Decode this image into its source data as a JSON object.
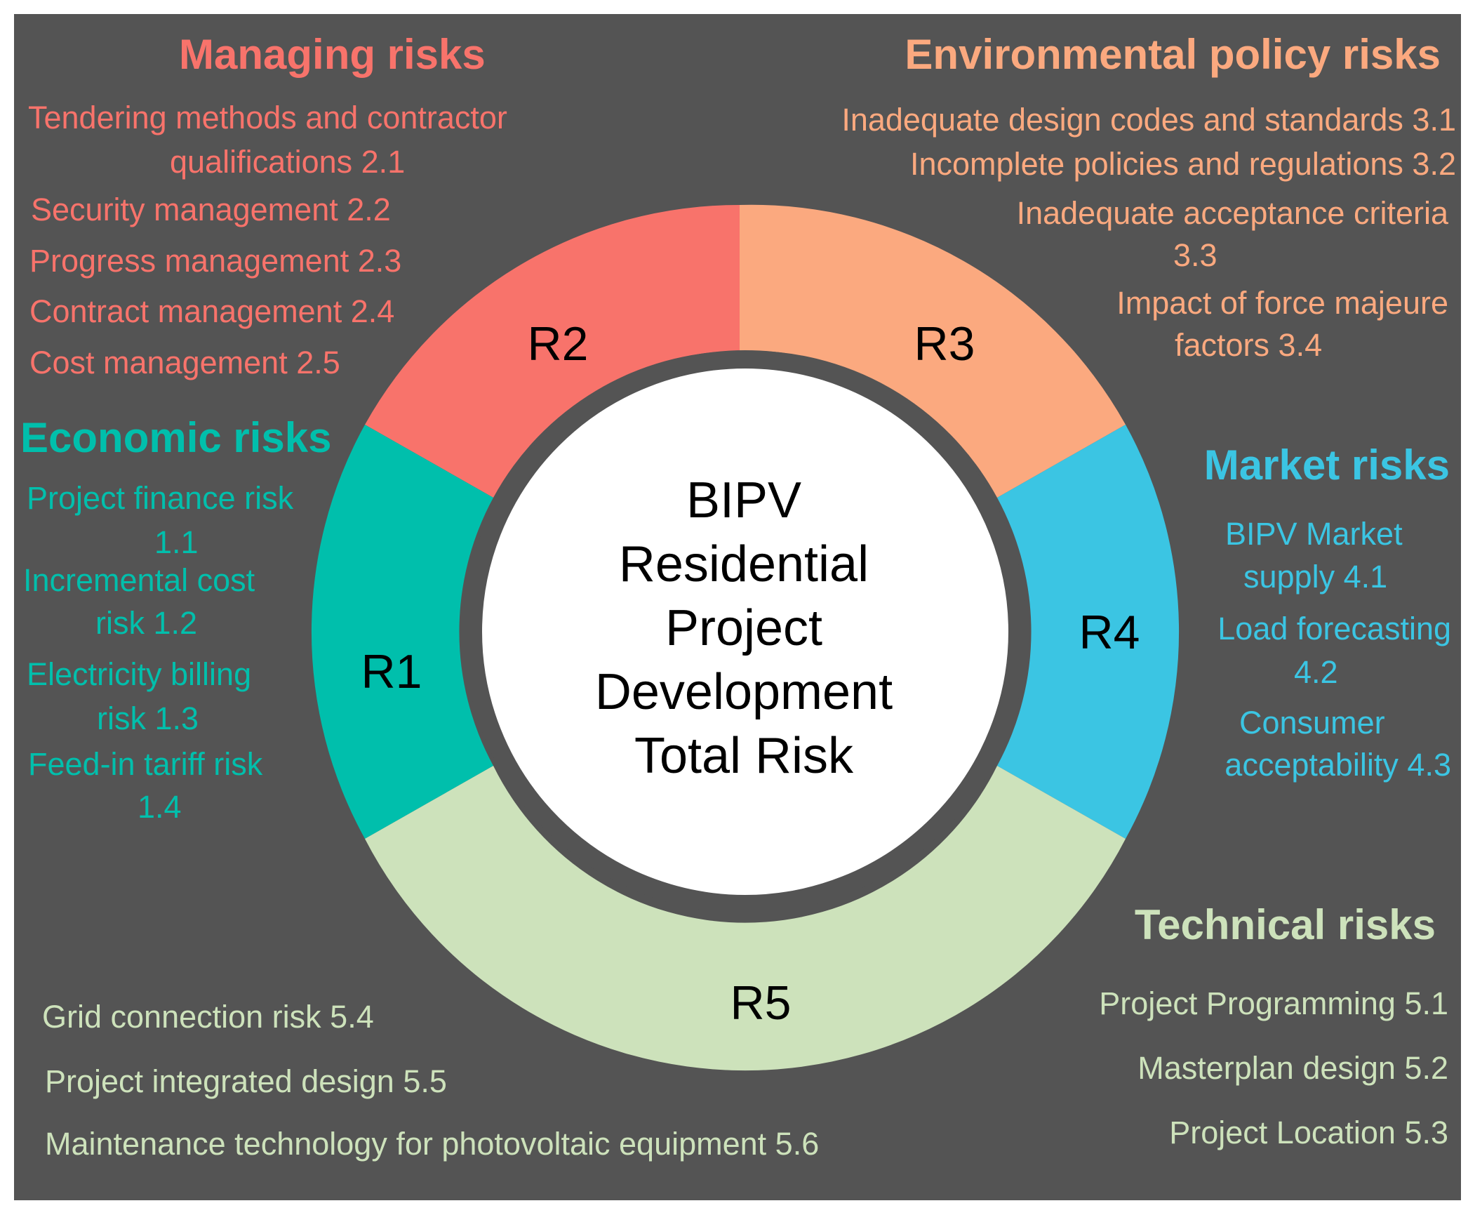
{
  "center": {
    "lines": [
      "BIPV",
      "Residential",
      "Project",
      "Development",
      "Total Risk"
    ]
  },
  "colors": {
    "background": "#545454",
    "managing": "#F8736B",
    "environmental": "#FBA97F",
    "economic": "#00BFAC",
    "market": "#3BC5E3",
    "technical": "#CDE2BB"
  },
  "segments": {
    "r1": "R1",
    "r2": "R2",
    "r3": "R3",
    "r4": "R4",
    "r5": "R5"
  },
  "managing": {
    "title": "Managing risks",
    "items": [
      "Tendering methods and contractor",
      "qualifications 2.1",
      "Security management 2.2",
      "Progress management 2.3",
      "Contract management 2.4",
      "Cost management 2.5"
    ]
  },
  "environmental": {
    "title": "Environmental policy risks",
    "items": [
      "Inadequate design codes and standards 3.1",
      "Incomplete policies and regulations 3.2",
      "Inadequate acceptance criteria",
      "3.3",
      "Impact of force majeure",
      "factors 3.4"
    ]
  },
  "economic": {
    "title": "Economic risks",
    "items": [
      "Project finance risk",
      "1.1",
      "Incremental cost",
      "risk 1.2",
      "Electricity billing",
      "risk 1.3",
      "Feed-in tariff risk",
      "1.4"
    ]
  },
  "market": {
    "title": "Market risks",
    "items": [
      "BIPV Market",
      "supply 4.1",
      "Load forecasting",
      "4.2",
      "Consumer",
      "acceptability 4.3"
    ]
  },
  "technical": {
    "title": "Technical risks",
    "right_items": [
      "Project Programming 5.1",
      "Masterplan design 5.2",
      "Project Location 5.3"
    ],
    "left_items": [
      "Grid connection risk 5.4",
      "Project integrated design 5.5",
      "Maintenance technology for photovoltaic equipment 5.6"
    ]
  }
}
